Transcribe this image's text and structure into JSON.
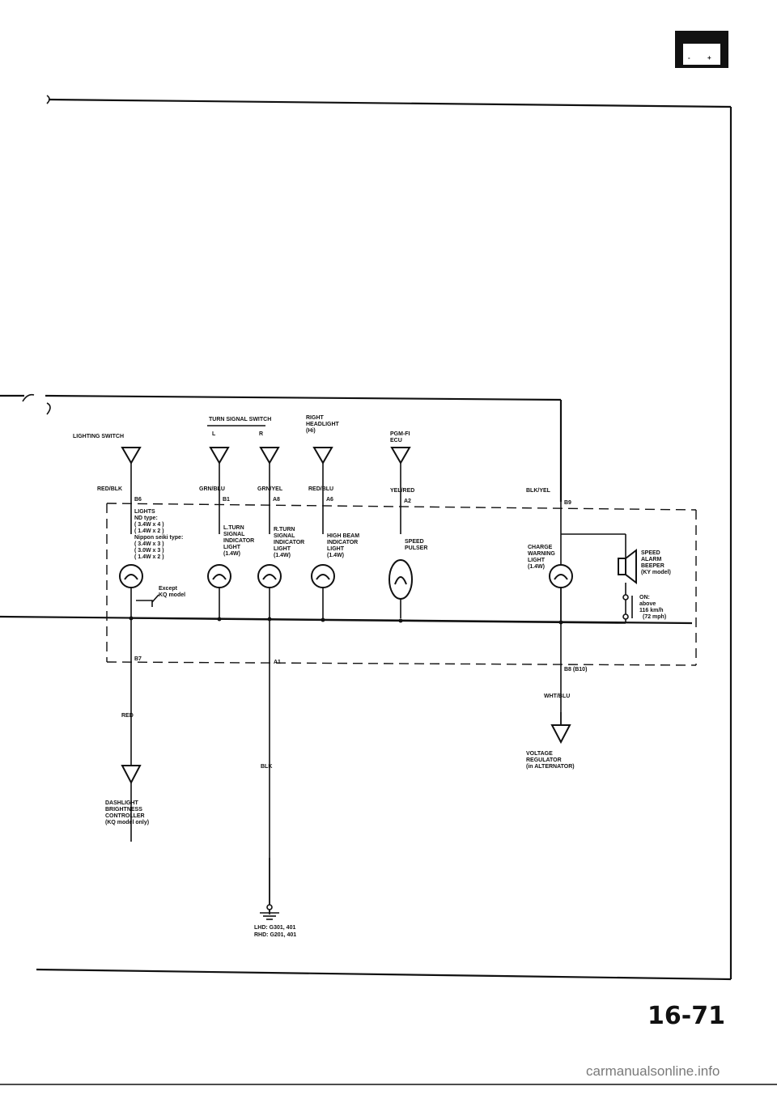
{
  "page": {
    "number": "16-71",
    "watermark": "carmanualsonline.info"
  },
  "battery": {
    "minus": "-",
    "plus": "+"
  },
  "components": {
    "lighting_switch": "LIGHTING SWITCH",
    "turn_signal_switch": "TURN SIGNAL SWITCH",
    "turn_l": "L",
    "turn_r": "R",
    "right_headlight": [
      "RIGHT",
      "HEADLIGHT",
      "(Hi)"
    ],
    "pgm_fi_ecu": [
      "PGM-FI",
      "ECU"
    ]
  },
  "wires": {
    "red_blk": "RED/BLK",
    "grn_blu": "GRN/BLU",
    "grn_yel": "GRN/YEL",
    "red_blu": "RED/BLU",
    "yel_red": "YEL/RED",
    "blk_yel": "BLK/YEL",
    "red": "RED",
    "blk": "BLK",
    "wht_blu": "WHT/BLU"
  },
  "pins": {
    "b6": "B6",
    "b1": "B1",
    "a8": "A8",
    "a6": "A6",
    "a2": "A2",
    "b9": "B9",
    "b7": "B7",
    "a1": "A1",
    "b8": "B8 (B10)"
  },
  "gauge_items": {
    "lights": [
      "LIGHTS",
      "ND type:",
      "( 3.4W x 4 )",
      "( 1.4W x 2 )",
      "Nippon seiki type:",
      "( 3.4W x 3 )",
      "( 3.0W x 3 )",
      "( 1.4W x 2 )"
    ],
    "except_note": [
      "Except",
      "KQ model"
    ],
    "l_turn": [
      "L.TURN",
      "SIGNAL",
      "INDICATOR",
      "LIGHT",
      "(1.4W)"
    ],
    "r_turn": [
      "R.TURN",
      "SIGNAL",
      "INDICATOR",
      "LIGHT",
      "(1.4W)"
    ],
    "high_beam": [
      "HIGH BEAM",
      "INDICATOR",
      "LIGHT",
      "(1.4W)"
    ],
    "speed_pulser": [
      "SPEED",
      "PULSER"
    ],
    "charge": [
      "CHARGE",
      "WARNING",
      "LIGHT",
      "(1.4W)"
    ],
    "speed_alarm": [
      "SPEED",
      "ALARM",
      "BEEPER",
      "(KY model)"
    ],
    "on_above": [
      "ON:",
      "above",
      "116 km/h",
      "(72 mph)"
    ]
  },
  "bottom": {
    "dashlight": [
      "DASHLIGHT",
      "BRIGHTNESS",
      "CONTROLLER",
      "(KQ model only)"
    ],
    "ground": [
      "LHD: G301, 401",
      "RHD: G201, 401"
    ],
    "voltage_reg": [
      "VOLTAGE",
      "REGULATOR",
      "(in ALTERNATOR)"
    ]
  }
}
